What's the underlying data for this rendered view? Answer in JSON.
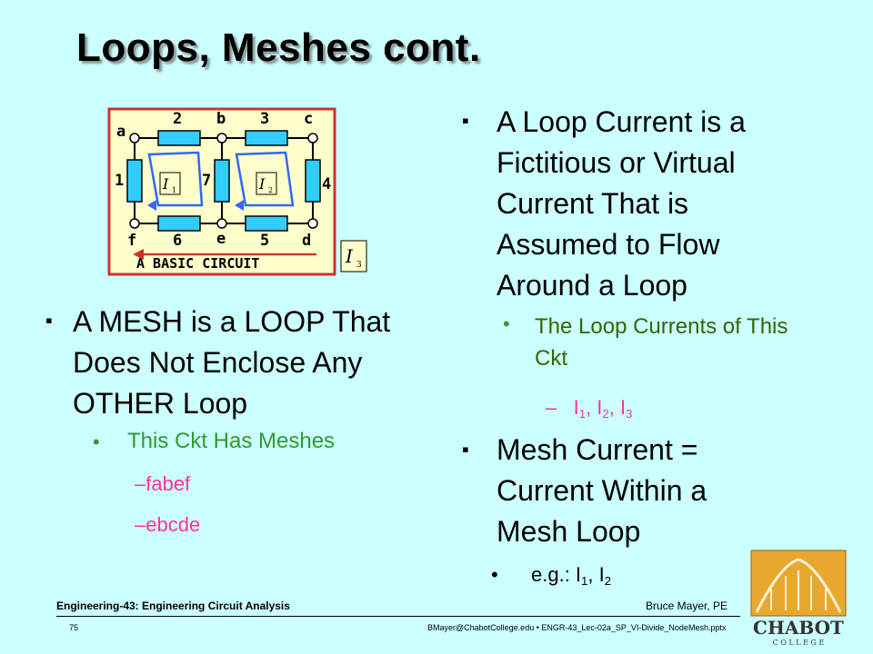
{
  "title": "Loops, Meshes cont.",
  "diagram": {
    "nodes": [
      "a",
      "b",
      "c",
      "d",
      "e",
      "f"
    ],
    "resistors": [
      "1",
      "2",
      "3",
      "4",
      "5",
      "6",
      "7"
    ],
    "caption": "A BASIC CIRCUIT",
    "loop_labels": [
      "I",
      "I",
      "I"
    ],
    "loop_subscripts": [
      "1",
      "2",
      "3"
    ]
  },
  "left": {
    "bullet": "A MESH is a LOOP That Does Not Enclose Any OTHER Loop",
    "sub_bullet": "This Ckt Has Meshes",
    "items": [
      "–fabef",
      "–ebcde"
    ]
  },
  "right": {
    "bullet1": "A Loop Current is a Fictitious or Virtual Current That is Assumed to Flow Around a Loop",
    "sub_bullet1": "The Loop Currents of This Ckt",
    "currents_prefix": "–",
    "currents": [
      "I",
      "1",
      ", I",
      "2",
      ", I",
      "3"
    ],
    "bullet2": "Mesh Current = Current Within a Mesh Loop",
    "example": [
      "e.g.: I",
      "1",
      ", I",
      "2"
    ]
  },
  "footer": {
    "course": "Engineering-43: Engineering Circuit Analysis",
    "author": "Bruce Mayer, PE",
    "page": "75",
    "file": "BMayer@ChabotCollege.edu  •  ENGR-43_Lec-02a_SP_VI-Divide_NodeMesh.pptx",
    "logo_text": "CHABOT",
    "logo_sub": "C O L L E G E"
  },
  "colors": {
    "background": "#ccffff",
    "resistor": "#33ccff",
    "loop_arrow": "#3366ff",
    "outer_loop": "#cc3333",
    "text_green": "#339933",
    "text_pink": "#ff3399"
  }
}
